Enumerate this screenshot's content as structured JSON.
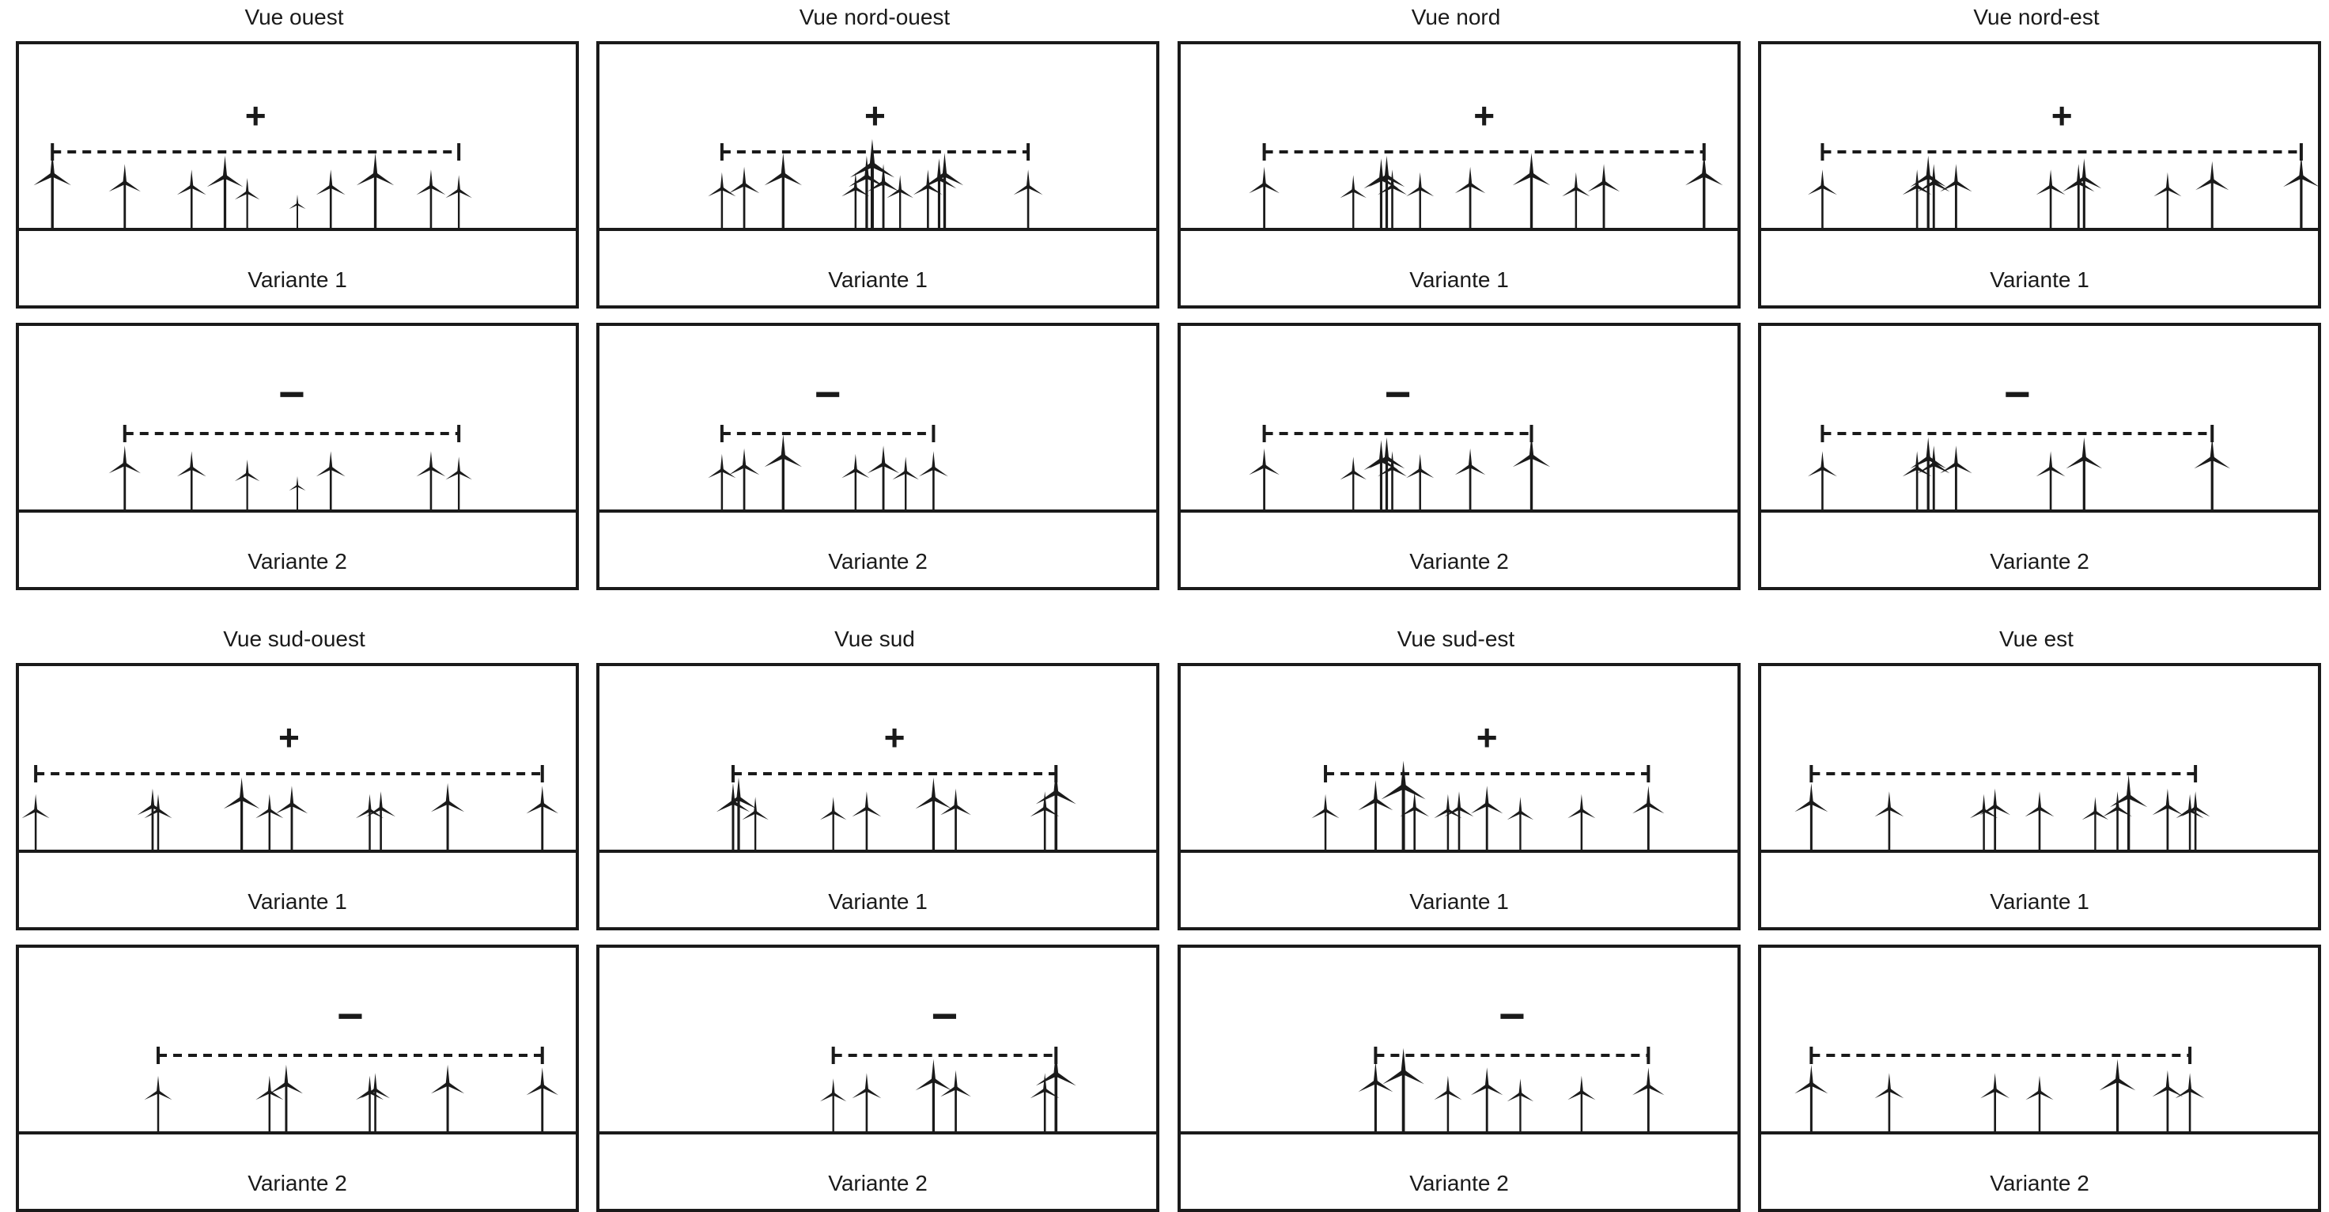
{
  "colors": {
    "ink": "#1a1a1a",
    "background": "#ffffff"
  },
  "icon": "wind-turbine-icon",
  "views": [
    {
      "title": "Vue ouest",
      "variants": [
        {
          "label": "Variante 1",
          "sign": "+",
          "turbines": [
            [
              0.06,
              1.35
            ],
            [
              0.19,
              1.15
            ],
            [
              0.31,
              1.05
            ],
            [
              0.37,
              1.3
            ],
            [
              0.41,
              0.9
            ],
            [
              0.5,
              0.6
            ],
            [
              0.56,
              1.05
            ],
            [
              0.64,
              1.35
            ],
            [
              0.74,
              1.05
            ],
            [
              0.79,
              0.95
            ]
          ]
        },
        {
          "label": "Variante 2",
          "sign": "−",
          "turbines": [
            [
              0.19,
              1.15
            ],
            [
              0.31,
              1.05
            ],
            [
              0.41,
              0.9
            ],
            [
              0.5,
              0.6
            ],
            [
              0.56,
              1.05
            ],
            [
              0.74,
              1.05
            ],
            [
              0.79,
              0.95
            ]
          ]
        }
      ]
    },
    {
      "title": "Vue nord-ouest",
      "variants": [
        {
          "label": "Variante 1",
          "sign": "+",
          "turbines": [
            [
              0.22,
              1.0
            ],
            [
              0.26,
              1.1
            ],
            [
              0.33,
              1.35
            ],
            [
              0.46,
              1.0
            ],
            [
              0.48,
              1.3
            ],
            [
              0.49,
              1.6
            ],
            [
              0.51,
              1.15
            ],
            [
              0.54,
              0.95
            ],
            [
              0.59,
              1.05
            ],
            [
              0.61,
              1.25
            ],
            [
              0.62,
              1.35
            ],
            [
              0.77,
              1.05
            ]
          ]
        },
        {
          "label": "Variante 2",
          "sign": "−",
          "turbines": [
            [
              0.22,
              1.0
            ],
            [
              0.26,
              1.1
            ],
            [
              0.33,
              1.35
            ],
            [
              0.46,
              1.0
            ],
            [
              0.51,
              1.15
            ],
            [
              0.55,
              0.95
            ],
            [
              0.6,
              1.05
            ]
          ]
        }
      ]
    },
    {
      "title": "Vue nord",
      "variants": [
        {
          "label": "Variante 1",
          "sign": "+",
          "turbines": [
            [
              0.15,
              1.1
            ],
            [
              0.31,
              0.95
            ],
            [
              0.36,
              1.25
            ],
            [
              0.37,
              1.3
            ],
            [
              0.38,
              1.05
            ],
            [
              0.43,
              1.0
            ],
            [
              0.52,
              1.1
            ],
            [
              0.63,
              1.35
            ],
            [
              0.71,
              1.0
            ],
            [
              0.76,
              1.15
            ],
            [
              0.94,
              1.35
            ]
          ]
        },
        {
          "label": "Variante 2",
          "sign": "−",
          "turbines": [
            [
              0.15,
              1.1
            ],
            [
              0.31,
              0.95
            ],
            [
              0.36,
              1.25
            ],
            [
              0.37,
              1.3
            ],
            [
              0.38,
              1.05
            ],
            [
              0.43,
              1.0
            ],
            [
              0.52,
              1.1
            ],
            [
              0.63,
              1.35
            ]
          ]
        }
      ]
    },
    {
      "title": "Vue nord-est",
      "variants": [
        {
          "label": "Variante 1",
          "sign": "+",
          "turbines": [
            [
              0.11,
              1.05
            ],
            [
              0.28,
              1.05
            ],
            [
              0.3,
              1.3
            ],
            [
              0.31,
              1.15
            ],
            [
              0.35,
              1.15
            ],
            [
              0.52,
              1.05
            ],
            [
              0.57,
              1.15
            ],
            [
              0.58,
              1.25
            ],
            [
              0.73,
              1.0
            ],
            [
              0.81,
              1.2
            ],
            [
              0.97,
              1.3
            ]
          ]
        },
        {
          "label": "Variante 2",
          "sign": "−",
          "turbines": [
            [
              0.11,
              1.05
            ],
            [
              0.28,
              1.05
            ],
            [
              0.3,
              1.3
            ],
            [
              0.31,
              1.15
            ],
            [
              0.35,
              1.15
            ],
            [
              0.52,
              1.05
            ],
            [
              0.58,
              1.3
            ],
            [
              0.81,
              1.3
            ]
          ]
        }
      ]
    },
    {
      "title": "Vue sud-ouest",
      "variants": [
        {
          "label": "Variante 1",
          "sign": "+",
          "turbines": [
            [
              0.03,
              1.0
            ],
            [
              0.24,
              1.1
            ],
            [
              0.25,
              1.0
            ],
            [
              0.4,
              1.3
            ],
            [
              0.45,
              1.0
            ],
            [
              0.49,
              1.15
            ],
            [
              0.63,
              1.0
            ],
            [
              0.65,
              1.05
            ],
            [
              0.77,
              1.2
            ],
            [
              0.94,
              1.15
            ]
          ]
        },
        {
          "label": "Variante 2",
          "sign": "−",
          "turbines": [
            [
              0.25,
              1.0
            ],
            [
              0.45,
              1.0
            ],
            [
              0.48,
              1.2
            ],
            [
              0.63,
              1.0
            ],
            [
              0.64,
              1.05
            ],
            [
              0.77,
              1.2
            ],
            [
              0.94,
              1.15
            ]
          ]
        }
      ]
    },
    {
      "title": "Vue sud",
      "variants": [
        {
          "label": "Variante 1",
          "sign": "+",
          "turbines": [
            [
              0.24,
              1.2
            ],
            [
              0.25,
              1.3
            ],
            [
              0.28,
              0.95
            ],
            [
              0.42,
              0.95
            ],
            [
              0.48,
              1.05
            ],
            [
              0.6,
              1.3
            ],
            [
              0.64,
              1.1
            ],
            [
              0.8,
              1.05
            ],
            [
              0.82,
              1.45
            ]
          ]
        },
        {
          "label": "Variante 2",
          "sign": "−",
          "turbines": [
            [
              0.42,
              0.95
            ],
            [
              0.48,
              1.05
            ],
            [
              0.6,
              1.3
            ],
            [
              0.64,
              1.1
            ],
            [
              0.8,
              1.05
            ],
            [
              0.82,
              1.45
            ]
          ]
        }
      ]
    },
    {
      "title": "Vue sud-est",
      "variants": [
        {
          "label": "Variante 1",
          "sign": "+",
          "turbines": [
            [
              0.26,
              1.0
            ],
            [
              0.35,
              1.25
            ],
            [
              0.4,
              1.6
            ],
            [
              0.42,
              1.05
            ],
            [
              0.48,
              1.0
            ],
            [
              0.5,
              1.05
            ],
            [
              0.55,
              1.15
            ],
            [
              0.61,
              0.95
            ],
            [
              0.72,
              1.0
            ],
            [
              0.84,
              1.15
            ]
          ]
        },
        {
          "label": "Variante 2",
          "sign": "−",
          "turbines": [
            [
              0.35,
              1.25
            ],
            [
              0.4,
              1.5
            ],
            [
              0.48,
              1.0
            ],
            [
              0.55,
              1.15
            ],
            [
              0.61,
              0.95
            ],
            [
              0.72,
              1.0
            ],
            [
              0.84,
              1.15
            ]
          ]
        }
      ]
    },
    {
      "title": "Vue est",
      "variants": [
        {
          "label": "Variante 1",
          "sign": "",
          "turbines": [
            [
              0.09,
              1.2
            ],
            [
              0.23,
              1.05
            ],
            [
              0.4,
              1.0
            ],
            [
              0.42,
              1.1
            ],
            [
              0.5,
              1.05
            ],
            [
              0.6,
              0.95
            ],
            [
              0.64,
              1.05
            ],
            [
              0.66,
              1.35
            ],
            [
              0.73,
              1.1
            ],
            [
              0.77,
              1.0
            ],
            [
              0.78,
              1.05
            ]
          ]
        },
        {
          "label": "Variante 2",
          "sign": "",
          "turbines": [
            [
              0.09,
              1.2
            ],
            [
              0.23,
              1.05
            ],
            [
              0.42,
              1.05
            ],
            [
              0.5,
              1.0
            ],
            [
              0.64,
              1.3
            ],
            [
              0.73,
              1.1
            ],
            [
              0.77,
              1.05
            ]
          ]
        }
      ]
    }
  ]
}
